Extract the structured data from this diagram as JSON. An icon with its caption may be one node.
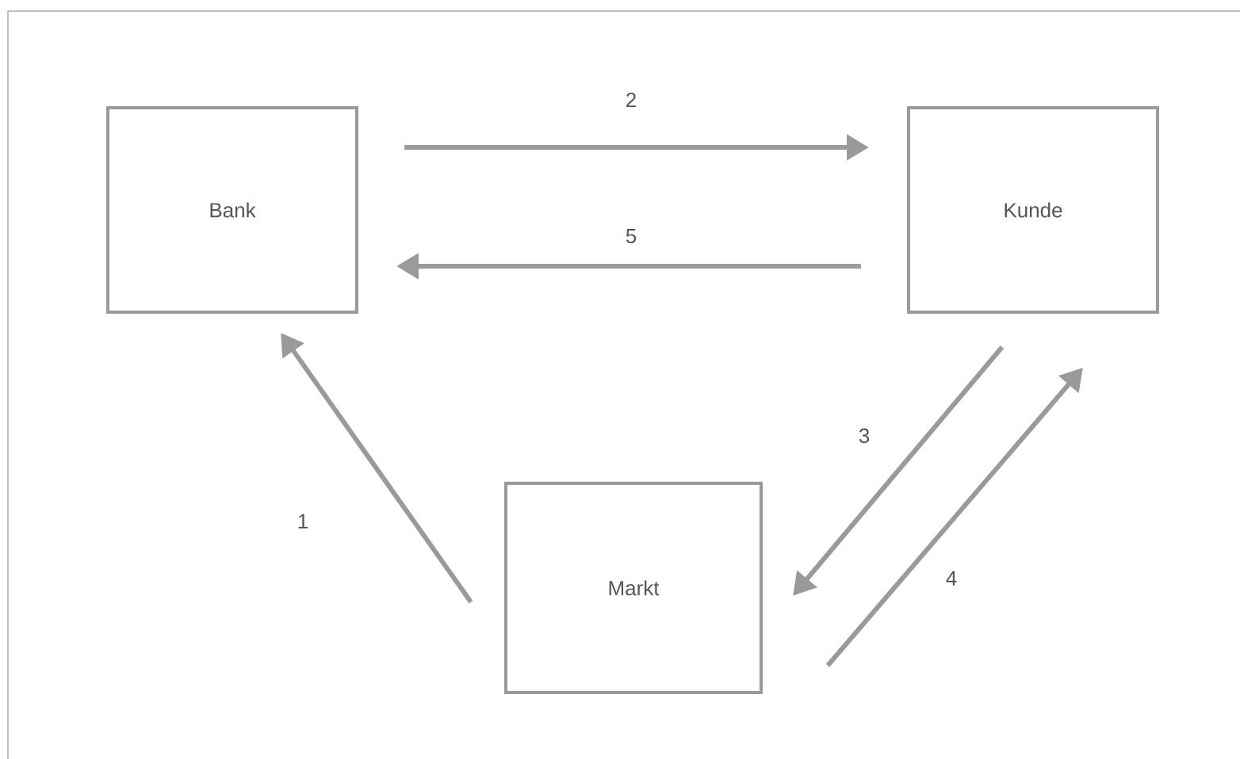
{
  "diagram": {
    "nodes": [
      {
        "text": [
          "Bank"
        ]
      },
      {
        "text": [
          "Kunde"
        ]
      },
      {
        "text": [
          "Markt"
        ]
      }
    ],
    "edges": [
      {
        "from": 2,
        "to": 0,
        "arrow": "to",
        "label": "1"
      },
      {
        "from": 0,
        "to": 1,
        "arrow": "to",
        "label": "2"
      },
      {
        "from": 1,
        "to": 2,
        "arrow": "to",
        "label": "3"
      },
      {
        "from": 2,
        "to": 1,
        "arrow": "to",
        "label": "4"
      },
      {
        "from": 1,
        "to": 0,
        "arrow": "to",
        "label": "5"
      }
    ]
  }
}
